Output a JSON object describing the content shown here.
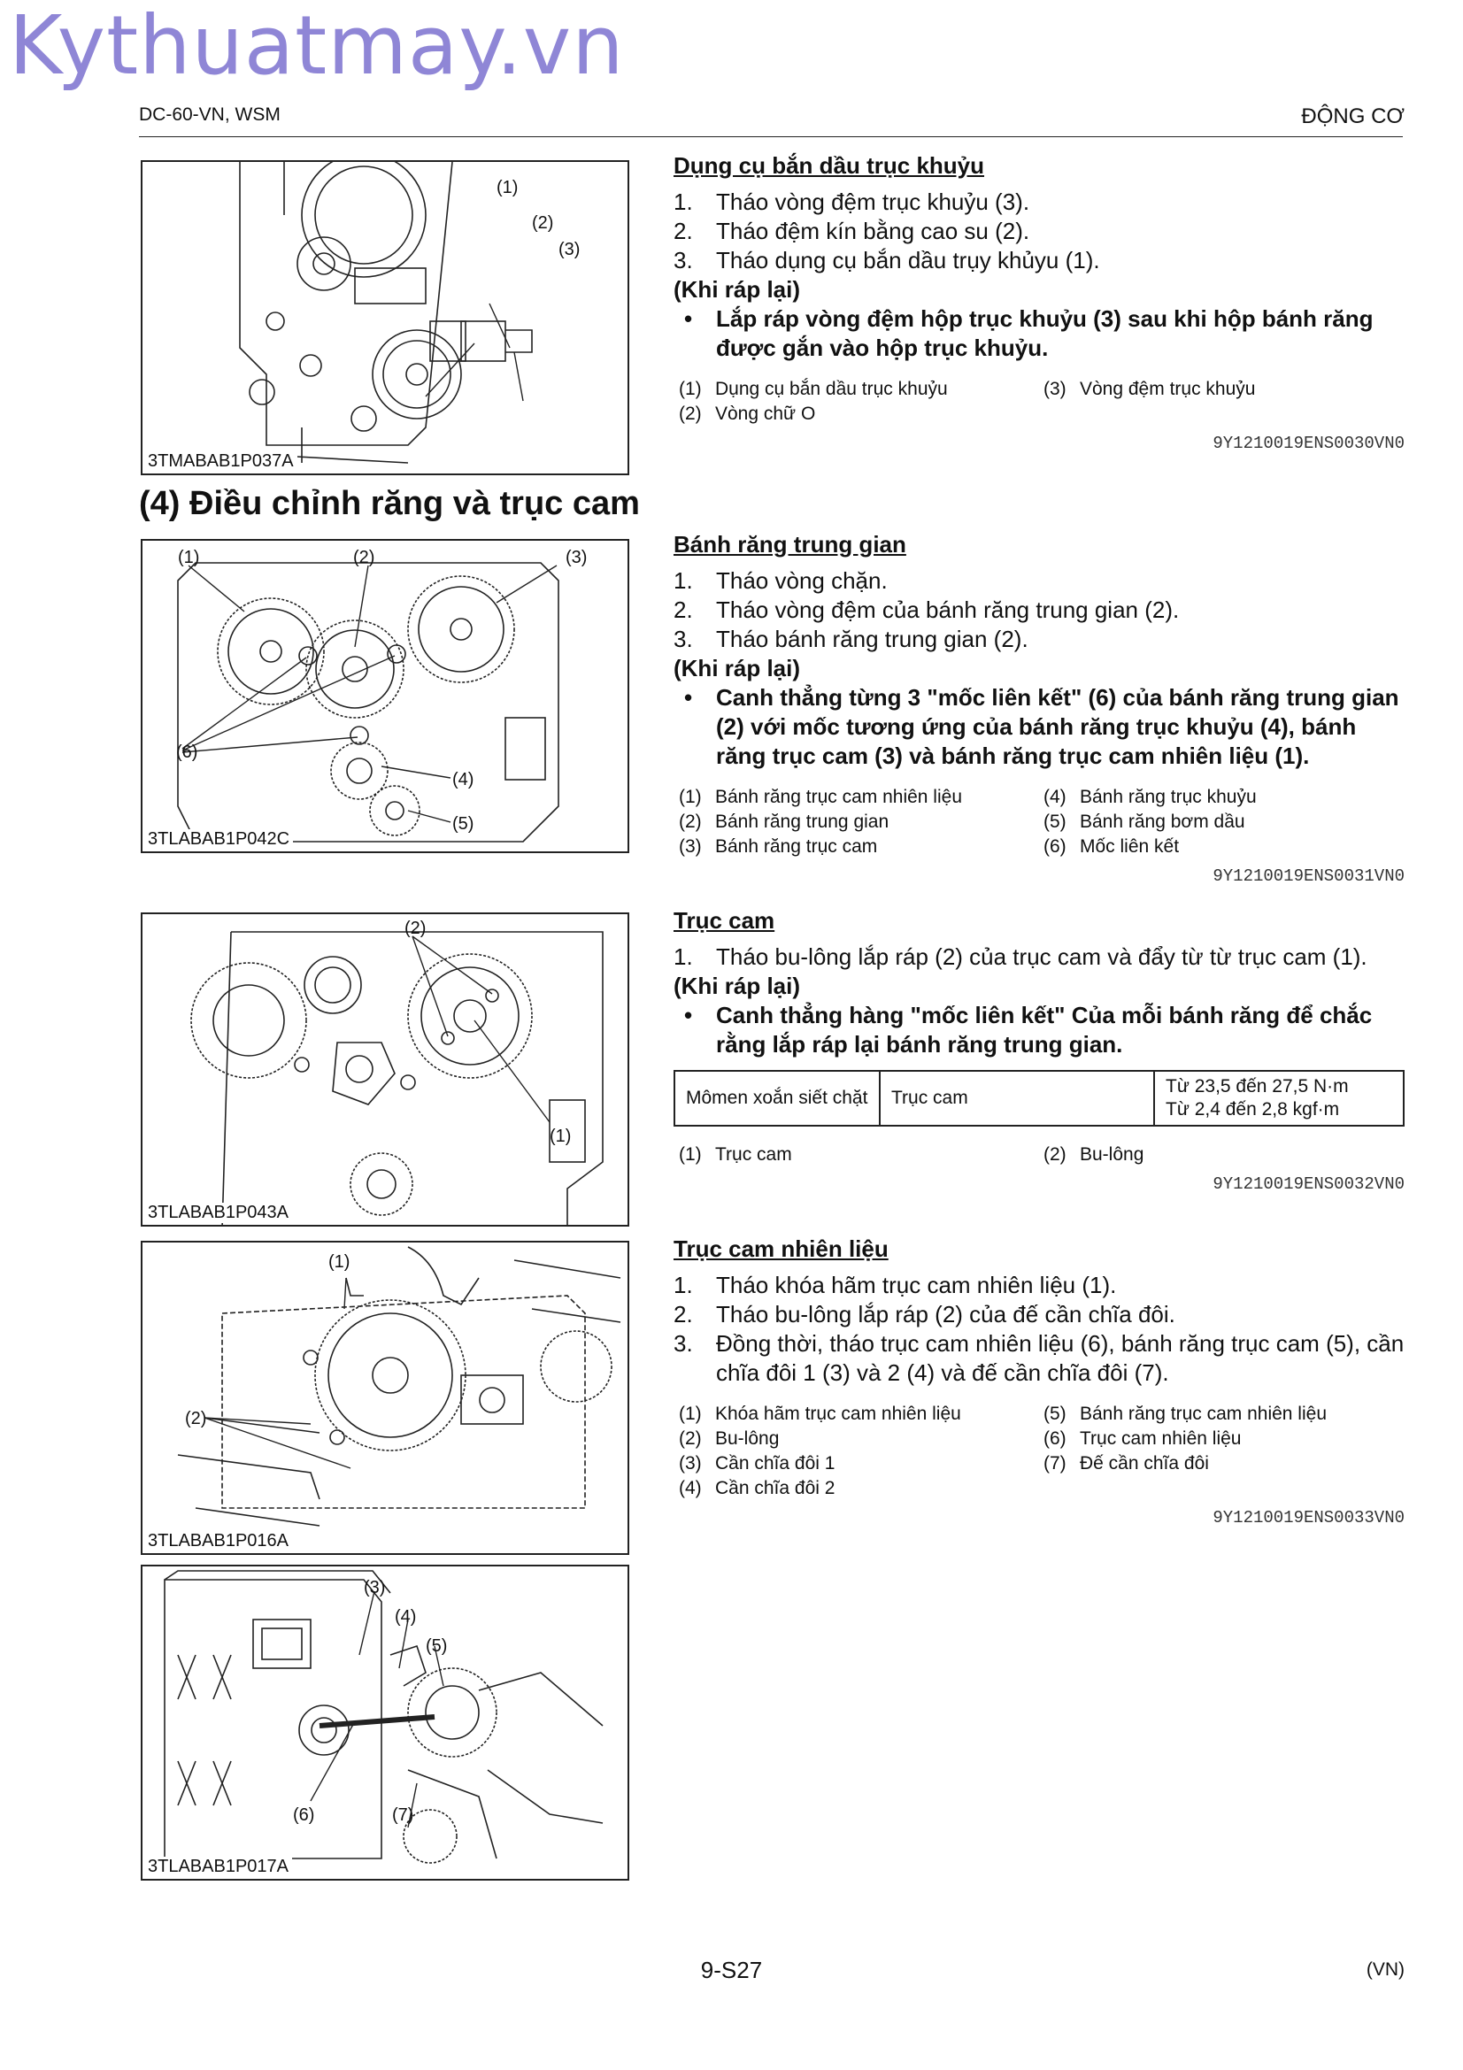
{
  "watermark": "Kythuatmay.vn",
  "header": {
    "left": "DC-60-VN, WSM",
    "right": "ĐỘNG CƠ"
  },
  "section_title": "(4)   Điều chỉnh răng và trục cam",
  "figures": [
    {
      "code": "3TMABAB1P037A",
      "labels": [
        "(1)",
        "(2)",
        "(3)"
      ]
    },
    {
      "code": "3TLABAB1P042C",
      "labels": [
        "(1)",
        "(2)",
        "(3)",
        "(4)",
        "(5)",
        "(6)"
      ]
    },
    {
      "code": "3TLABAB1P043A",
      "labels": [
        "(1)",
        "(2)"
      ]
    },
    {
      "code": "3TLABAB1P016A",
      "labels": [
        "(1)",
        "(2)"
      ]
    },
    {
      "code": "3TLABAB1P017A",
      "labels": [
        "(3)",
        "(4)",
        "(5)",
        "(6)",
        "(7)"
      ]
    }
  ],
  "blocks": [
    {
      "heading": "Dụng cụ bắn dầu trục khuỷu",
      "steps": [
        {
          "n": "1.",
          "text": "Tháo vòng đệm trục khuỷu (3)."
        },
        {
          "n": "2.",
          "text": "Tháo đệm kín bằng cao su (2)."
        },
        {
          "n": "3.",
          "text": "Tháo dụng cụ bắn dầu trụy khủyu (1)."
        }
      ],
      "reassembly": "(Khi ráp lại)",
      "bullets": [
        "Lắp ráp vòng đệm hộp trục khuỷu (3) sau khi hộp bánh răng được gắn vào hộp trục khuỷu."
      ],
      "legend_left": [
        {
          "n": "(1)",
          "text": "Dụng cụ bắn dầu trục khuỷu"
        },
        {
          "n": "(2)",
          "text": "Vòng chữ O"
        }
      ],
      "legend_right": [
        {
          "n": "(3)",
          "text": "Vòng đệm trục khuỷu"
        }
      ],
      "code": "9Y1210019ENS0030VN0"
    },
    {
      "heading": "Bánh răng trung gian",
      "steps": [
        {
          "n": "1.",
          "text": "Tháo vòng chặn."
        },
        {
          "n": "2.",
          "text": "Tháo vòng đệm của bánh răng trung gian (2)."
        },
        {
          "n": "3.",
          "text": "Tháo bánh răng trung gian (2)."
        }
      ],
      "reassembly": "(Khi ráp lại)",
      "bullets": [
        "Canh thẳng từng 3 \"mốc liên kết\" (6) của bánh răng trung gian (2) với mốc tương ứng của bánh răng trục khuỷu (4), bánh răng trục cam (3) và bánh răng trục cam nhiên liệu (1)."
      ],
      "legend_left": [
        {
          "n": "(1)",
          "text": "Bánh răng trục cam nhiên liệu"
        },
        {
          "n": "(2)",
          "text": "Bánh răng trung gian"
        },
        {
          "n": "(3)",
          "text": "Bánh răng trục cam"
        }
      ],
      "legend_right": [
        {
          "n": "(4)",
          "text": "Bánh răng trục khuỷu"
        },
        {
          "n": "(5)",
          "text": "Bánh răng bơm dầu"
        },
        {
          "n": "(6)",
          "text": "Mốc liên kết"
        }
      ],
      "code": "9Y1210019ENS0031VN0"
    },
    {
      "heading": "Trục cam",
      "steps": [
        {
          "n": "1.",
          "text": "Tháo bu-lông lắp ráp (2) của trục cam và đẩy từ từ trục cam (1)."
        }
      ],
      "reassembly": "(Khi ráp lại)",
      "bullets": [
        "Canh thẳng hàng \"mốc liên kết\" Của mỗi bánh răng để chắc rằng lắp ráp lại bánh răng trung gian."
      ],
      "torque": {
        "label": "Mômen xoắn siết chặt",
        "item": "Trục cam",
        "line1": "Từ 23,5 đến 27,5 N·m",
        "line2": "Từ 2,4 đến 2,8 kgf·m"
      },
      "legend_left": [
        {
          "n": "(1)",
          "text": "Trục cam"
        }
      ],
      "legend_right": [
        {
          "n": "(2)",
          "text": "Bu-lông"
        }
      ],
      "code": "9Y1210019ENS0032VN0"
    },
    {
      "heading": "Trục cam nhiên liệu",
      "steps": [
        {
          "n": "1.",
          "text": "Tháo khóa hãm trục cam nhiên liệu (1)."
        },
        {
          "n": "2.",
          "text": "Tháo bu-lông lắp ráp (2) của đế cần chĩa đôi."
        },
        {
          "n": "3.",
          "text": "Đồng thời, tháo trục cam nhiên liệu (6), bánh răng trục cam (5), cần chĩa đôi 1 (3) và 2 (4) và đế cần chĩa đôi (7)."
        }
      ],
      "legend_left": [
        {
          "n": "(1)",
          "text": "Khóa hãm trục cam nhiên liệu"
        },
        {
          "n": "(2)",
          "text": "Bu-lông"
        },
        {
          "n": "(3)",
          "text": "Cần chĩa đôi 1"
        },
        {
          "n": "(4)",
          "text": "Cần chĩa đôi 2"
        }
      ],
      "legend_right": [
        {
          "n": "(5)",
          "text": "Bánh răng trục cam nhiên liệu"
        },
        {
          "n": "(6)",
          "text": "Trục cam nhiên liệu"
        },
        {
          "n": "(7)",
          "text": "Đế cần chĩa đôi"
        }
      ],
      "code": "9Y1210019ENS0033VN0"
    }
  ],
  "footer": {
    "page": "9-S27",
    "lang": "(VN)"
  }
}
